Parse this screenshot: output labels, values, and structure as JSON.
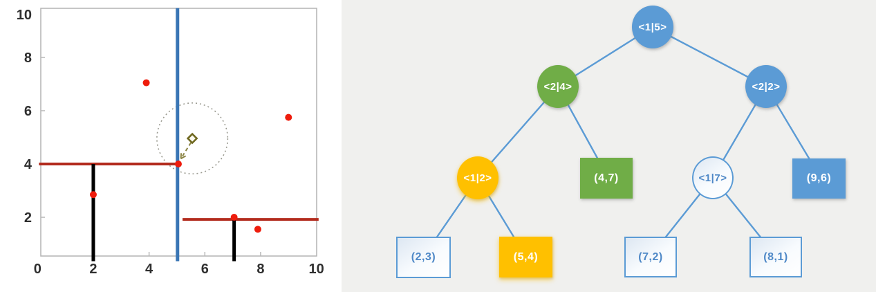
{
  "chart_data": {
    "type": "scatter",
    "title": "",
    "xlabel": "",
    "ylabel": "",
    "xlim": [
      0,
      10
    ],
    "ylim": [
      0,
      10
    ],
    "x_ticks": [
      0,
      2,
      4,
      6,
      8,
      10
    ],
    "y_ticks": [
      2,
      4,
      6,
      8,
      10
    ],
    "grid": false,
    "point_color": "#ee1c0c",
    "points": [
      {
        "x": 2.0,
        "y": 2.85
      },
      {
        "x": 3.9,
        "y": 7.05
      },
      {
        "x": 5.05,
        "y": 4.0
      },
      {
        "x": 7.05,
        "y": 2.0
      },
      {
        "x": 7.9,
        "y": 1.55
      },
      {
        "x": 9.0,
        "y": 5.75
      }
    ],
    "partitions": [
      {
        "name": "root-split-x5",
        "orient": "v",
        "at": 5.02,
        "from": 0.35,
        "to": 9.85,
        "color": "#3a76b5",
        "width": 5
      },
      {
        "name": "left-split-y4",
        "orient": "h",
        "at": 4.0,
        "from": 0.05,
        "to": 5.05,
        "color": "#b22b1d",
        "width": 4
      },
      {
        "name": "right-split-y2",
        "orient": "h",
        "at": 1.92,
        "from": 5.2,
        "to": 10.08,
        "color": "#b22b1d",
        "width": 4
      },
      {
        "name": "left-bottom-split-x2",
        "orient": "v",
        "at": 2.0,
        "from": 0.35,
        "to": 4.0,
        "color": "#000000",
        "width": 5
      },
      {
        "name": "right-bottom-split-x7",
        "orient": "v",
        "at": 7.05,
        "from": 0.35,
        "to": 2.05,
        "color": "#000000",
        "width": 5
      }
    ],
    "query_point": {
      "x": 5.55,
      "y": 4.96,
      "marker": "diamond",
      "color": "#6f6820",
      "fill": "#fcfaef"
    },
    "search_circle": {
      "cx": 5.55,
      "cy": 4.96,
      "r": 1.3,
      "style": "dotted",
      "color": "#9a9a90"
    },
    "arrow": {
      "from": {
        "x": 5.5,
        "y": 4.8
      },
      "to": {
        "x": 5.14,
        "y": 4.2
      },
      "style": "dashed",
      "color": "#8b8444"
    }
  },
  "tree": {
    "colors": {
      "blue": "#5b9bd5",
      "green": "#70ad47",
      "orange": "#ffc000",
      "edge": "#5b9bd5",
      "white_node_text": "#4e88c7"
    },
    "nodes": [
      {
        "id": "n-1-5",
        "label": "<1|5>",
        "shape": "ellipse",
        "variant": "blue"
      },
      {
        "id": "n-2-4",
        "label": "<2|4>",
        "shape": "ellipse",
        "variant": "green"
      },
      {
        "id": "n-2-2",
        "label": "<2|2>",
        "shape": "ellipse",
        "variant": "blue"
      },
      {
        "id": "n-1-2",
        "label": "<1|2>",
        "shape": "ellipse",
        "variant": "orange"
      },
      {
        "id": "leaf-4-7",
        "label": "(4,7)",
        "shape": "rect",
        "variant": "green"
      },
      {
        "id": "n-1-7",
        "label": "<1|7>",
        "shape": "ellipse",
        "variant": "white"
      },
      {
        "id": "leaf-9-6",
        "label": "(9,6)",
        "shape": "rect",
        "variant": "blue"
      },
      {
        "id": "leaf-2-3",
        "label": "(2,3)",
        "shape": "rect",
        "variant": "white"
      },
      {
        "id": "leaf-5-4",
        "label": "(5,4)",
        "shape": "rect",
        "variant": "orange"
      },
      {
        "id": "leaf-7-2",
        "label": "(7,2)",
        "shape": "rect",
        "variant": "white"
      },
      {
        "id": "leaf-8-1",
        "label": "(8,1)",
        "shape": "rect",
        "variant": "white"
      }
    ],
    "edges": [
      [
        "n-1-5",
        "n-2-4"
      ],
      [
        "n-1-5",
        "n-2-2"
      ],
      [
        "n-2-4",
        "n-1-2"
      ],
      [
        "n-2-4",
        "leaf-4-7"
      ],
      [
        "n-2-2",
        "n-1-7"
      ],
      [
        "n-2-2",
        "leaf-9-6"
      ],
      [
        "n-1-2",
        "leaf-2-3"
      ],
      [
        "n-1-2",
        "leaf-5-4"
      ],
      [
        "n-1-7",
        "leaf-7-2"
      ],
      [
        "n-1-7",
        "leaf-8-1"
      ]
    ]
  }
}
